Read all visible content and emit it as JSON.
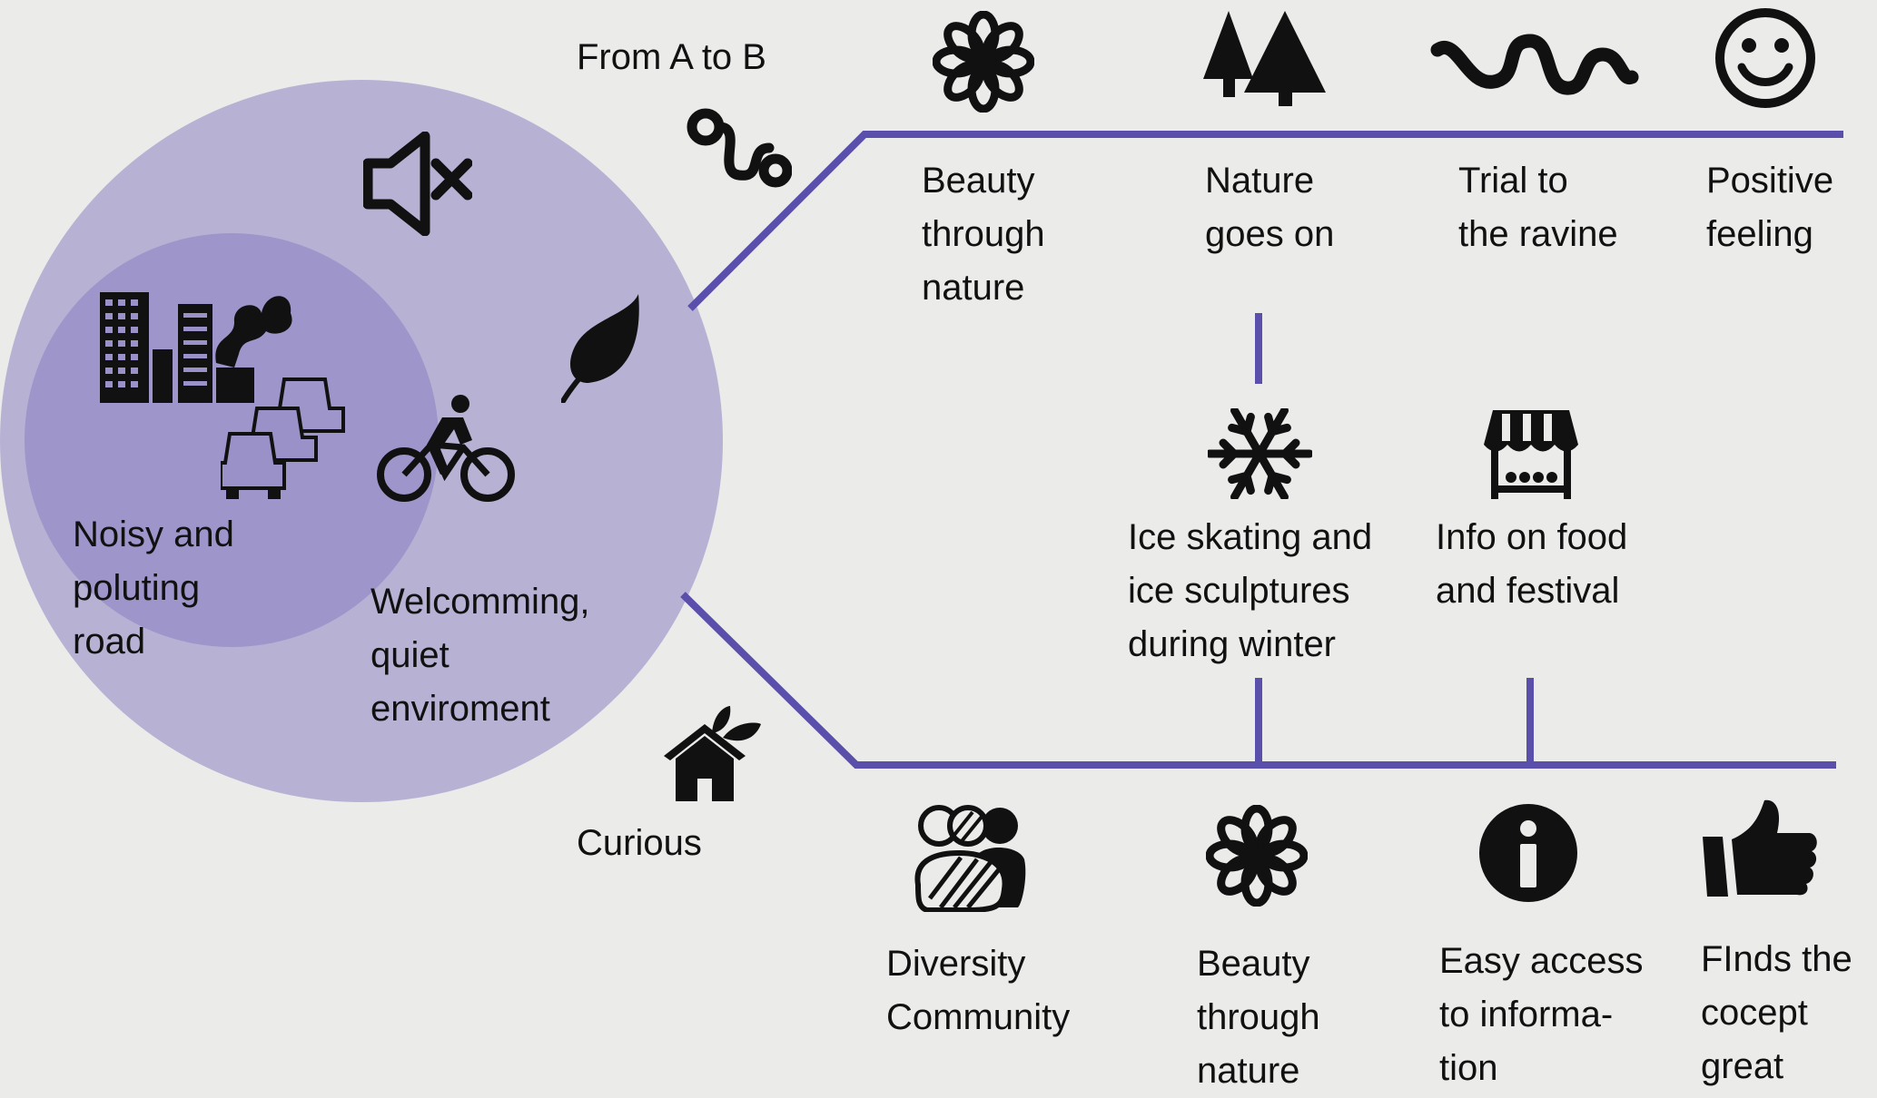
{
  "colors": {
    "background": "#ebebea",
    "outer_circle": "#b4aed3",
    "inner_circle": "#9a91c8",
    "path_line": "#5a4faa",
    "icon": "#111111"
  },
  "circle": {
    "inner_label": "Noisy and\npoluting\nroad",
    "outer_label": "Welcomming,\nquiet\nenviroment",
    "icons": [
      "city-pollution-icon",
      "traffic-cars-icon",
      "cyclist-icon",
      "mute-icon",
      "leaf-icon"
    ]
  },
  "upper_path": {
    "start_label": "From A to B",
    "start_icon": "winding-route-icon",
    "steps": [
      {
        "label": "Beauty\nthrough\nnature",
        "icon": "flower-icon"
      },
      {
        "label": "Nature\ngoes on",
        "icon": "trees-icon"
      },
      {
        "label": "Trial to\nthe ravine",
        "icon": "wavy-trail-icon"
      },
      {
        "label": "Positive\nfeeling",
        "icon": "smiley-icon"
      }
    ]
  },
  "middle": {
    "steps": [
      {
        "label": "Ice skating and\nice sculptures\nduring winter",
        "icon": "snowflake-icon"
      },
      {
        "label": "Info on food\nand festival",
        "icon": "market-stall-icon"
      }
    ]
  },
  "lower_path": {
    "start_label": "Curious",
    "start_icon": "eco-house-icon",
    "steps": [
      {
        "label": "Diversity\nCommunity",
        "icon": "people-icon"
      },
      {
        "label": "Beauty\nthrough\nnature",
        "icon": "flower-icon"
      },
      {
        "label": "Easy access\nto informa-\ntion",
        "icon": "info-icon"
      },
      {
        "label": "FInds the\ncocept\ngreat",
        "icon": "thumbs-up-icon"
      }
    ]
  }
}
